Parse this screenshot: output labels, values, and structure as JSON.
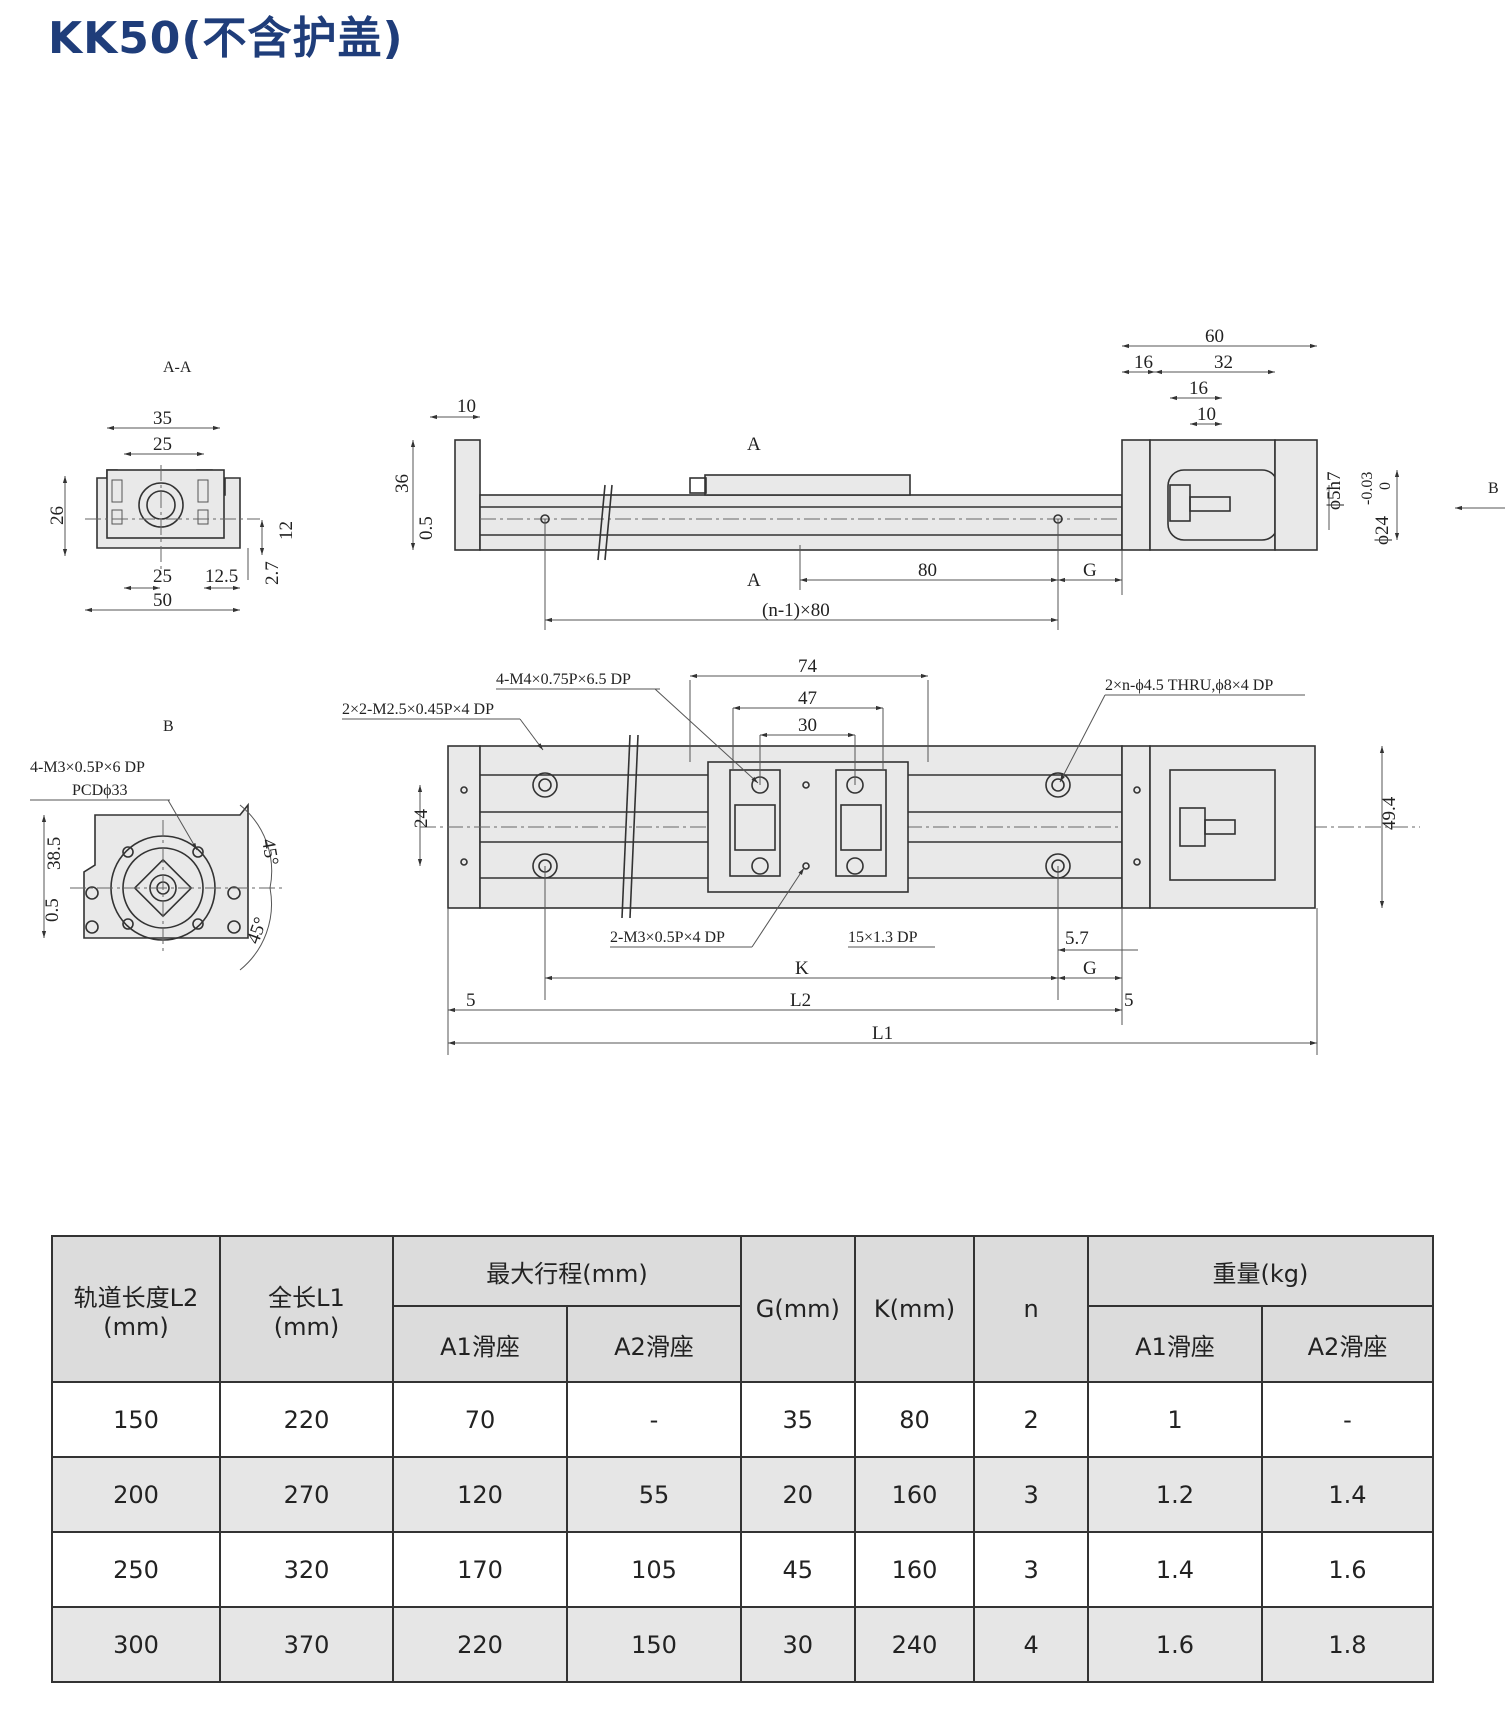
{
  "title": "KK50(不含护盖)",
  "drawing": {
    "section_aa_label": "A-A",
    "section_b_label": "B",
    "arrow_b_label": "B",
    "section_a_mark": "A",
    "aa_dims": {
      "d35": "35",
      "d25_top": "25",
      "d26": "26",
      "d12": "12",
      "d25_bot": "25",
      "d12_5": "12.5",
      "d2_7": "2.7",
      "d50": "50"
    },
    "side_dims": {
      "d10": "10",
      "d36": "36",
      "d0_5": "0.5",
      "d60": "60",
      "d16a": "16",
      "d32": "32",
      "d16b": "16",
      "d10b": "10",
      "d5h7": "ϕ5h7",
      "d24": "ϕ24",
      "tol_top": "-0.03",
      "tol_bot": "0",
      "d80": "80",
      "dG": "G",
      "dn": "(n-1)×80"
    },
    "top_dims": {
      "note1": "4-M4×0.75P×6.5 DP",
      "note2": "2×2-M2.5×0.45P×4 DP",
      "note3": "2×n-ϕ4.5 THRU,ϕ8×4 DP",
      "note4": "2-M3×0.5P×4 DP",
      "note5": "15×1.3 DP",
      "d74": "74",
      "d47": "47",
      "d30": "30",
      "d24": "24",
      "d49_4": "49.4",
      "d5_7": "5.7",
      "dK": "K",
      "dG": "G",
      "dL2": "L2",
      "dL1": "L1",
      "d5a": "5",
      "d5b": "5"
    },
    "b_dims": {
      "note1": "4-M3×0.5P×6 DP",
      "note2": "PCDϕ33",
      "d38_5": "38.5",
      "d0_5": "0.5",
      "d45a": "45°",
      "d45b": "45°"
    }
  },
  "table": {
    "headers": {
      "rail_length": "轨道长度L2\n(mm)",
      "total_length": "全长L1\n(mm)",
      "max_stroke": "最大行程(mm)",
      "g": "G(mm)",
      "k": "K(mm)",
      "n": "n",
      "weight": "重量(kg)",
      "a1": "A1滑座",
      "a2": "A2滑座",
      "wa1": "A1滑座",
      "wa2": "A2滑座"
    },
    "rows": [
      [
        "150",
        "220",
        "70",
        "-",
        "35",
        "80",
        "2",
        "1",
        "-"
      ],
      [
        "200",
        "270",
        "120",
        "55",
        "20",
        "160",
        "3",
        "1.2",
        "1.4"
      ],
      [
        "250",
        "320",
        "170",
        "105",
        "45",
        "160",
        "3",
        "1.4",
        "1.6"
      ],
      [
        "300",
        "370",
        "220",
        "150",
        "30",
        "240",
        "4",
        "1.6",
        "1.8"
      ]
    ]
  }
}
